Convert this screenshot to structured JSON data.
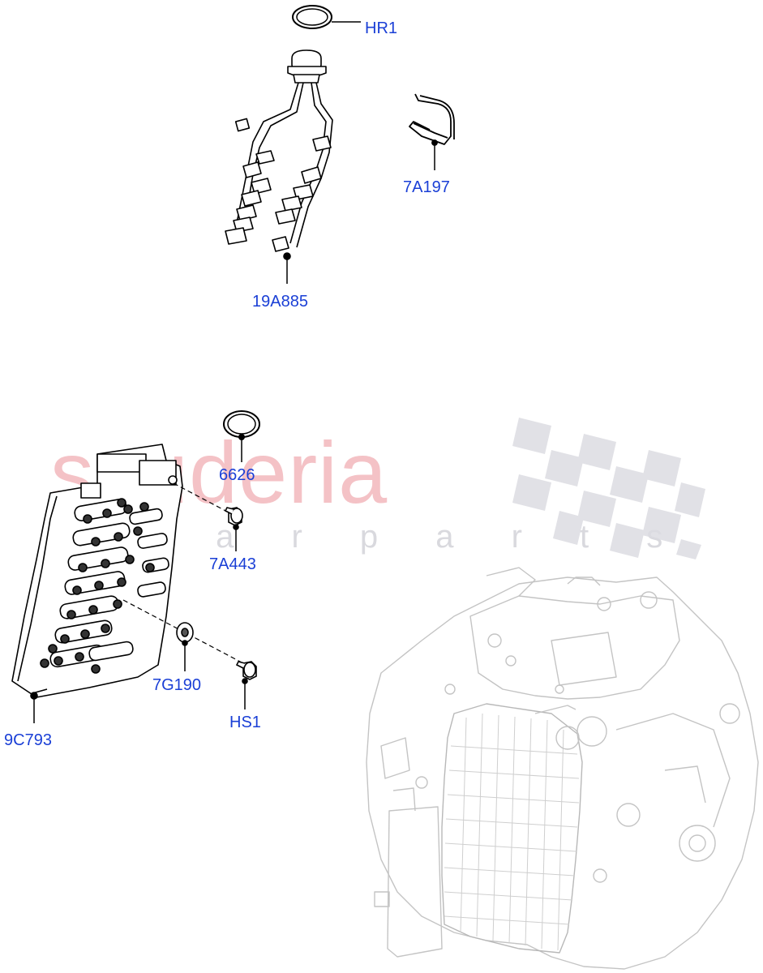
{
  "watermark": {
    "brand": "scuderia",
    "sub": "c a r   p a r t s",
    "brand_color": "#f0b8bd",
    "flag_color": "#d6d6dc"
  },
  "colors": {
    "callout": "#1a3fd6",
    "line": "#000000",
    "ghost": "#c8c8c8"
  },
  "parts": [
    {
      "id": "HR1",
      "label": "HR1",
      "desc": "o-ring-seal"
    },
    {
      "id": "19A885",
      "label": "19A885",
      "desc": "wiring-harness"
    },
    {
      "id": "7A197",
      "label": "7A197",
      "desc": "retaining-clip"
    },
    {
      "id": "6626",
      "label": "6626",
      "desc": "o-ring-seal"
    },
    {
      "id": "7A443",
      "label": "7A443",
      "desc": "bolt"
    },
    {
      "id": "7G190",
      "label": "7G190",
      "desc": "washer"
    },
    {
      "id": "HS1",
      "label": "HS1",
      "desc": "bolt"
    },
    {
      "id": "9C793",
      "label": "9C793",
      "desc": "valve-body"
    }
  ]
}
